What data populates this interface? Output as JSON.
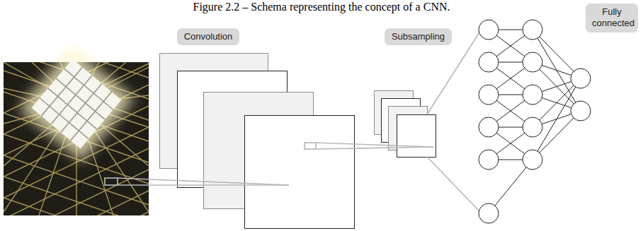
{
  "diagram": {
    "caption": "Figure 2.2 – Schema representing the concept of a CNN.",
    "nodes": [
      {
        "text": [
          "Convolution"
        ]
      },
      {
        "text": [
          "Subsampling"
        ]
      },
      {
        "text": [
          "Fully connected"
        ]
      }
    ]
  }
}
